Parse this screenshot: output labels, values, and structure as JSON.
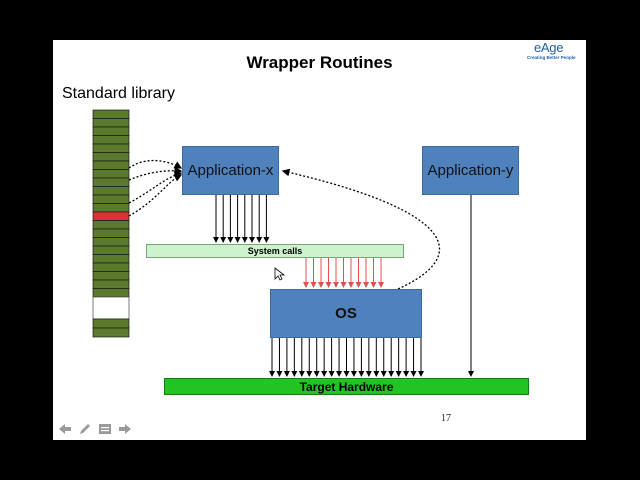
{
  "slide": {
    "title": "Wrapper Routines",
    "page_number": "17"
  },
  "logo": {
    "name": "eAge",
    "tagline": "Creating Better People",
    "color": "#1f5fa8"
  },
  "diagram": {
    "standard_library_label": "Standard library",
    "library_slots": 22,
    "highlighted_slot": 12,
    "application_x": "Application-x",
    "application_y": "Application-y",
    "system_calls": "System calls",
    "os": "OS",
    "target_hardware": "Target Hardware",
    "colors": {
      "box_blue": "#4f81bd",
      "library_green": "#5b7a2e",
      "library_highlight": "#e03030",
      "system_calls_fill": "#ccf3cc",
      "hardware_green": "#22c322",
      "syscall_arrows": "#e05050"
    }
  },
  "nav": {
    "icons": [
      "arrow-left-icon",
      "pencil-icon",
      "menu-icon",
      "arrow-right-icon"
    ]
  }
}
